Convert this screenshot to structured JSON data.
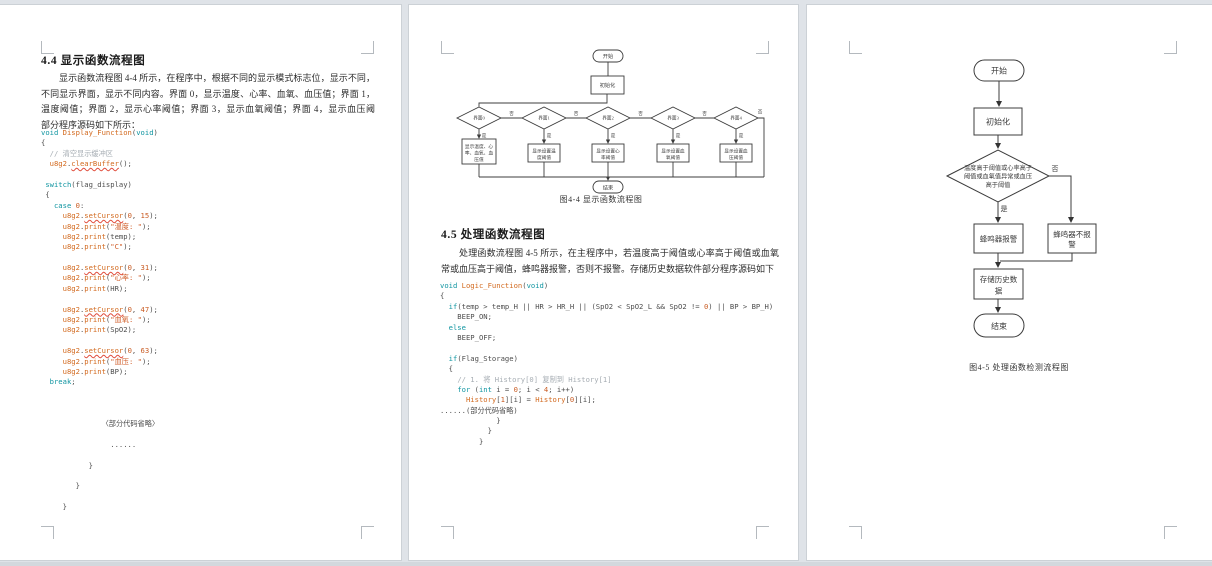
{
  "document": {
    "pages": [
      {
        "heading": "4.4 显示函数流程图",
        "paragraph": [
          "显示函数流程图 4-4 所示，在程序中，根据不同的显示模式标志位，显示不同，根据",
          "不同显示界面，显示不同内容。界面 0，显示温度、心率、血氧、血压值；界面 1，显示",
          "温度阈值；界面 2，显示心率阈值；界面 3，显示血氧阈值；界面 4，显示血压阈值。软件",
          "部分程序源码如下所示："
        ],
        "code": [
          "void Display_Function(void)",
          "{",
          "  // 清空显示缓冲区",
          "  u8g2.clearBuffer();",
          "",
          " switch(flag_display)",
          " {",
          "   case 0:",
          "     u8g2.setCursor(0, 15);",
          "     u8g2.print(\"温度: \");",
          "     u8g2.print(temp);",
          "     u8g2.print(\"C\");",
          "",
          "     u8g2.setCursor(0, 31);",
          "     u8g2.print(\"心率: \");",
          "     u8g2.print(HR);",
          "",
          "     u8g2.setCursor(0, 47);",
          "     u8g2.print(\"血氧: \");",
          "     u8g2.print(SpO2);",
          "",
          "     u8g2.setCursor(0, 63);",
          "     u8g2.print(\"血压: \");",
          "     u8g2.print(BP);",
          "  break;",
          "",
          "",
          "",
          "              〈部分代码省略〉",
          "",
          "                ......",
          "",
          "           }",
          "",
          "        }",
          "",
          "     }"
        ]
      },
      {
        "figure": {
          "start": "开始",
          "init": "初始化",
          "decisions": [
            "界面0",
            "界面1",
            "界面2",
            "界面3",
            "界面4"
          ],
          "no": "否",
          "yes": "是",
          "display_box": [
            "显示温度、心",
            "率、血氧、血",
            "压值"
          ],
          "set_boxes": [
            [
              "显示设置温",
              "度阈值"
            ],
            [
              "显示设置心",
              "率阈值"
            ],
            [
              "显示设置血",
              "氧阈值"
            ],
            [
              "显示设置血",
              "压阈值"
            ]
          ],
          "end": "结束",
          "caption": "图4-4  显示函数流程图"
        },
        "heading": "4.5 处理函数流程图",
        "paragraph": [
          "处理函数流程图 4-5 所示，在主程序中，若温度高于阈值或心率高于阈值或血氧值异",
          "常或血压高于阈值，蜂鸣器报警，否则不报警。存储历史数据软件部分程序源码如下所示："
        ],
        "code": [
          "void Logic_Function(void)",
          "{",
          "  if(temp > temp_H || HR > HR_H || (SpO2 < SpO2_L && SpO2 != 0) || BP > BP_H)",
          "    BEEP_ON;",
          "  else",
          "    BEEP_OFF;",
          "",
          "  if(Flag_Storage)",
          "  {",
          "    // 1. 将 History[0] 复制到 History[1]",
          "    for (int i = 0; i < 4; i++)",
          "      History[1][i] = History[0][i];",
          "......(部分代码省略)",
          "             }",
          "           }",
          "         }"
        ]
      },
      {
        "figure": {
          "start": "开始",
          "init": "初始化",
          "decision": [
            "温度高于阈值或心率高于",
            "阈值或血氧值异常或血压",
            "高于阈值"
          ],
          "yes": "是",
          "no": "否",
          "alarm": "蜂鸣器报警",
          "no_alarm": [
            "蜂鸣器不报",
            "警"
          ],
          "store": [
            "存储历史数",
            "据"
          ],
          "end": "结束",
          "caption": "图4-5  处理函数检测流程图"
        }
      }
    ]
  },
  "colors": {
    "keyword": "#1095a1",
    "function": "#d2691e",
    "string": "#cf5a24",
    "number": "#c95b22",
    "comment": "#a6adb3",
    "squiggle": "#e04b3a"
  }
}
